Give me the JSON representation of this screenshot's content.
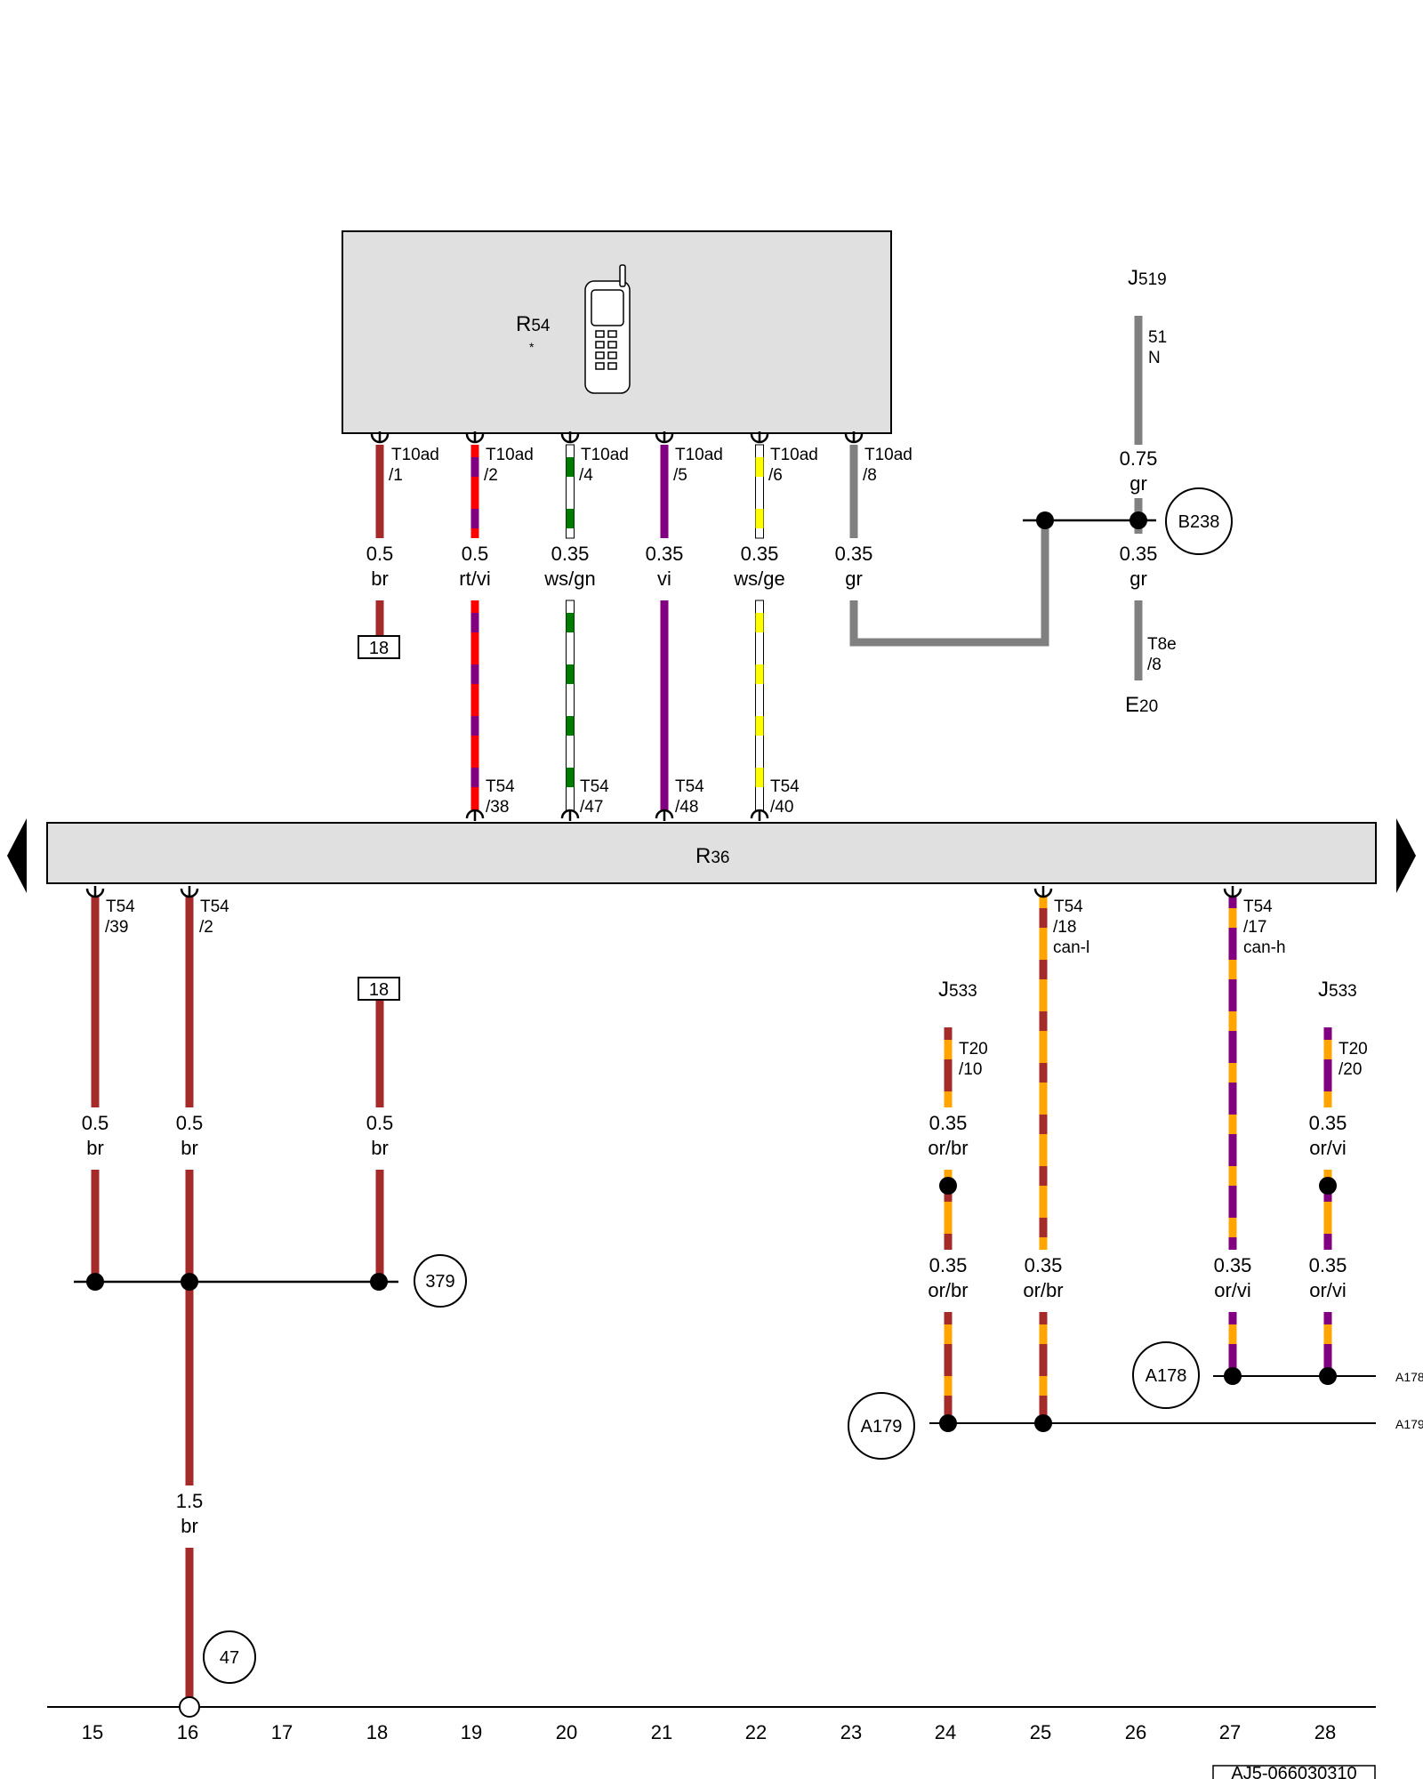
{
  "components": {
    "r54": {
      "name": "R",
      "sub": "54",
      "note": "*"
    },
    "r36": {
      "name": "R",
      "sub": "36"
    },
    "j519": {
      "name": "J",
      "sub": "519"
    },
    "j519_pin": {
      "line1": "51",
      "line2": "N"
    },
    "e20": {
      "name": "E",
      "sub": "20"
    },
    "j533_left": {
      "name": "J",
      "sub": "533"
    },
    "j533_right": {
      "name": "J",
      "sub": "533"
    }
  },
  "connectors": {
    "t10ad_1": {
      "line1": "T10ad",
      "line2": "/1"
    },
    "t10ad_2": {
      "line1": "T10ad",
      "line2": "/2"
    },
    "t10ad_4": {
      "line1": "T10ad",
      "line2": "/4"
    },
    "t10ad_5": {
      "line1": "T10ad",
      "line2": "/5"
    },
    "t10ad_6": {
      "line1": "T10ad",
      "line2": "/6"
    },
    "t10ad_8": {
      "line1": "T10ad",
      "line2": "/8"
    },
    "t54_38": {
      "line1": "T54",
      "line2": "/38"
    },
    "t54_47": {
      "line1": "T54",
      "line2": "/47"
    },
    "t54_48": {
      "line1": "T54",
      "line2": "/48"
    },
    "t54_40": {
      "line1": "T54",
      "line2": "/40"
    },
    "t54_39": {
      "line1": "T54",
      "line2": "/39"
    },
    "t54_2": {
      "line1": "T54",
      "line2": "/2"
    },
    "t54_18": {
      "line1": "T54",
      "line2": "/18",
      "line3": "can-l"
    },
    "t54_17": {
      "line1": "T54",
      "line2": "/17",
      "line3": "can-h"
    },
    "t8e_8": {
      "line1": "T8e",
      "line2": "/8"
    },
    "t20_10": {
      "line1": "T20",
      "line2": "/10"
    },
    "t20_20": {
      "line1": "T20",
      "line2": "/20"
    }
  },
  "wires": {
    "w_c18_top": {
      "size": "0.5",
      "color": "br"
    },
    "w_c19": {
      "size": "0.5",
      "color": "rt/vi"
    },
    "w_c20": {
      "size": "0.35",
      "color": "ws/gn"
    },
    "w_c21": {
      "size": "0.35",
      "color": "vi"
    },
    "w_c22": {
      "size": "0.35",
      "color": "ws/ge"
    },
    "w_c23": {
      "size": "0.35",
      "color": "gr"
    },
    "w_c26_upper": {
      "size": "0.75",
      "color": "gr"
    },
    "w_c26_lower": {
      "size": "0.35",
      "color": "gr"
    },
    "w_c15": {
      "size": "0.5",
      "color": "br"
    },
    "w_c16": {
      "size": "0.5",
      "color": "br"
    },
    "w_c18_bottom": {
      "size": "0.5",
      "color": "br"
    },
    "w_c16_ground": {
      "size": "1.5",
      "color": "br"
    },
    "w_c24_upper": {
      "size": "0.35",
      "color": "or/br"
    },
    "w_c24_lower": {
      "size": "0.35",
      "color": "or/br"
    },
    "w_c25": {
      "size": "0.35",
      "color": "or/br"
    },
    "w_c27": {
      "size": "0.35",
      "color": "or/vi"
    },
    "w_c28_upper": {
      "size": "0.35",
      "color": "or/vi"
    },
    "w_c28_lower": {
      "size": "0.35",
      "color": "or/vi"
    }
  },
  "references": {
    "ref_18_top": "18",
    "ref_18_bottom": "18",
    "b238": "B238",
    "ref_379": "379",
    "ref_47": "47",
    "a178": "A178",
    "a179": "A179",
    "a178_right": "A178",
    "a179_right": "A179"
  },
  "columns": [
    "15",
    "16",
    "17",
    "18",
    "19",
    "20",
    "21",
    "22",
    "23",
    "24",
    "25",
    "26",
    "27",
    "28"
  ],
  "doc_id": "AJ5-066030310",
  "wire_colors": {
    "br": "#a52a2a",
    "rt": "#ff0000",
    "vi": "#800080",
    "gn": "#007a00",
    "ge": "#ffff00",
    "ws": "#ffffff",
    "gr": "#808080",
    "or": "#ffa500"
  }
}
